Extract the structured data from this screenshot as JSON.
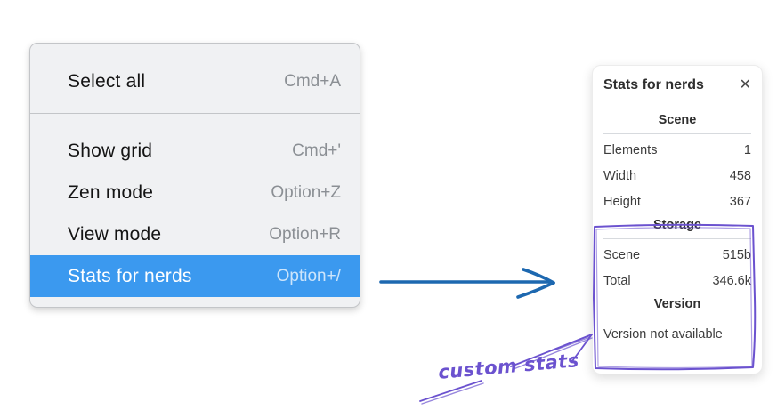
{
  "menu": {
    "items": [
      {
        "label": "Select all",
        "shortcut": "Cmd+A",
        "selected": false
      },
      {
        "label": "Show grid",
        "shortcut": "Cmd+'",
        "selected": false
      },
      {
        "label": "Zen mode",
        "shortcut": "Option+Z",
        "selected": false
      },
      {
        "label": "View mode",
        "shortcut": "Option+R",
        "selected": false
      },
      {
        "label": "Stats for nerds",
        "shortcut": "Option+/",
        "selected": true
      }
    ]
  },
  "stats_panel": {
    "title": "Stats for nerds",
    "close_icon": "✕",
    "sections": [
      {
        "heading": "Scene",
        "rows": [
          {
            "label": "Elements",
            "value": "1"
          },
          {
            "label": "Width",
            "value": "458"
          },
          {
            "label": "Height",
            "value": "367"
          }
        ]
      },
      {
        "heading": "Storage",
        "rows": [
          {
            "label": "Scene",
            "value": "515b"
          },
          {
            "label": "Total",
            "value": "346.6k"
          }
        ]
      },
      {
        "heading": "Version",
        "note": "Version not available"
      }
    ]
  },
  "annotation": {
    "label": "custom stats"
  },
  "colors": {
    "menu-bg": "#f0f1f3",
    "menu-border": "#c3c5c8",
    "menu-text": "#141414",
    "shortcut-text": "#8b8f94",
    "highlight": "#3b99ef",
    "highlight-shortcut": "#cde5fb",
    "panel-text": "#3d3d3d",
    "divider": "#d7dade",
    "blue-arrow": "#1d68b0",
    "purple": "#6b52cf"
  }
}
